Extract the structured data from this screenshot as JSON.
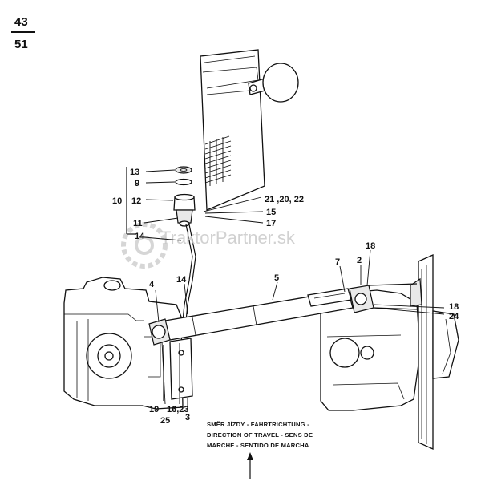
{
  "page": {
    "number_top": "43",
    "number_bottom": "51"
  },
  "watermark": {
    "text": "TraktorPartner.sk"
  },
  "callouts": {
    "c13": "13",
    "c9": "9",
    "c10": "10",
    "c12": "12",
    "c11": "11",
    "c14a": "14",
    "c21": "21 ,20, 22",
    "c15": "15",
    "c17": "17",
    "c4": "4",
    "c14b": "14",
    "c5": "5",
    "c7": "7",
    "c2": "2",
    "c18a": "18",
    "c18b": "18",
    "c24": "24",
    "c19": "19",
    "c16": "16,23",
    "c25": "25",
    "c3": "3"
  },
  "direction": {
    "line1": "SMĚR JÍZDY - FAHRTRICHTUNG -",
    "line2": "DIRECTION OF TRAVEL - SENS DE",
    "line3": "MARCHE - SENTIDO DE MARCHA"
  }
}
